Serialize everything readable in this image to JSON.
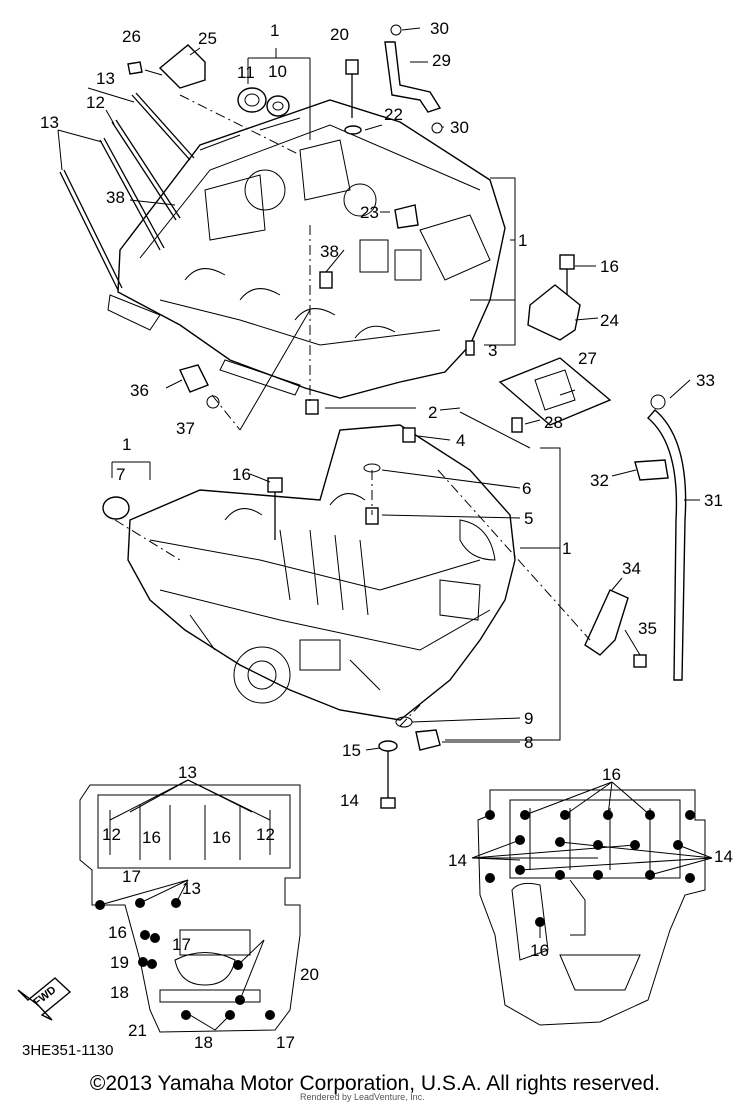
{
  "diagram": {
    "callouts": [
      {
        "id": "c-26",
        "text": "26"
      },
      {
        "id": "c-25",
        "text": "25"
      },
      {
        "id": "c-1a",
        "text": "1"
      },
      {
        "id": "c-11",
        "text": "11"
      },
      {
        "id": "c-10",
        "text": "10"
      },
      {
        "id": "c-20a",
        "text": "20"
      },
      {
        "id": "c-30a",
        "text": "30"
      },
      {
        "id": "c-29",
        "text": "29"
      },
      {
        "id": "c-30b",
        "text": "30"
      },
      {
        "id": "c-22",
        "text": "22"
      },
      {
        "id": "c-13a",
        "text": "13"
      },
      {
        "id": "c-12a",
        "text": "12"
      },
      {
        "id": "c-13b",
        "text": "13"
      },
      {
        "id": "c-38a",
        "text": "38"
      },
      {
        "id": "c-23",
        "text": "23"
      },
      {
        "id": "c-1b",
        "text": "1"
      },
      {
        "id": "c-38b",
        "text": "38"
      },
      {
        "id": "c-16a",
        "text": "16"
      },
      {
        "id": "c-24",
        "text": "24"
      },
      {
        "id": "c-3",
        "text": "3"
      },
      {
        "id": "c-27",
        "text": "27"
      },
      {
        "id": "c-36",
        "text": "36"
      },
      {
        "id": "c-33",
        "text": "33"
      },
      {
        "id": "c-2",
        "text": "2"
      },
      {
        "id": "c-37",
        "text": "37"
      },
      {
        "id": "c-28",
        "text": "28"
      },
      {
        "id": "c-4",
        "text": "4"
      },
      {
        "id": "c-1c",
        "text": "1"
      },
      {
        "id": "c-7",
        "text": "7"
      },
      {
        "id": "c-16b",
        "text": "16"
      },
      {
        "id": "c-32",
        "text": "32"
      },
      {
        "id": "c-6",
        "text": "6"
      },
      {
        "id": "c-31",
        "text": "31"
      },
      {
        "id": "c-5",
        "text": "5"
      },
      {
        "id": "c-1d",
        "text": "1"
      },
      {
        "id": "c-34",
        "text": "34"
      },
      {
        "id": "c-35",
        "text": "35"
      },
      {
        "id": "c-9",
        "text": "9"
      },
      {
        "id": "c-15",
        "text": "15"
      },
      {
        "id": "c-8",
        "text": "8"
      },
      {
        "id": "c-14a",
        "text": "14"
      },
      {
        "id": "l-13a",
        "text": "13"
      },
      {
        "id": "l-12a",
        "text": "12"
      },
      {
        "id": "l-16a",
        "text": "16"
      },
      {
        "id": "l-16b",
        "text": "16"
      },
      {
        "id": "l-12b",
        "text": "12"
      },
      {
        "id": "l-17a",
        "text": "17"
      },
      {
        "id": "l-13b",
        "text": "13"
      },
      {
        "id": "l-16c",
        "text": "16"
      },
      {
        "id": "l-17b",
        "text": "17"
      },
      {
        "id": "l-19",
        "text": "19"
      },
      {
        "id": "l-20",
        "text": "20"
      },
      {
        "id": "l-18a",
        "text": "18"
      },
      {
        "id": "l-21",
        "text": "21"
      },
      {
        "id": "l-18b",
        "text": "18"
      },
      {
        "id": "l-17c",
        "text": "17"
      },
      {
        "id": "r-16a",
        "text": "16"
      },
      {
        "id": "r-14a",
        "text": "14"
      },
      {
        "id": "r-14b",
        "text": "14"
      },
      {
        "id": "r-16b",
        "text": "16"
      }
    ],
    "fwd_label": "FWD",
    "drawing_code": "3HE351-1130",
    "watermark": "Rendered by LeadVenture, Inc.",
    "copyright": "©2013 Yamaha Motor Corporation, U.S.A. All rights reserved."
  }
}
